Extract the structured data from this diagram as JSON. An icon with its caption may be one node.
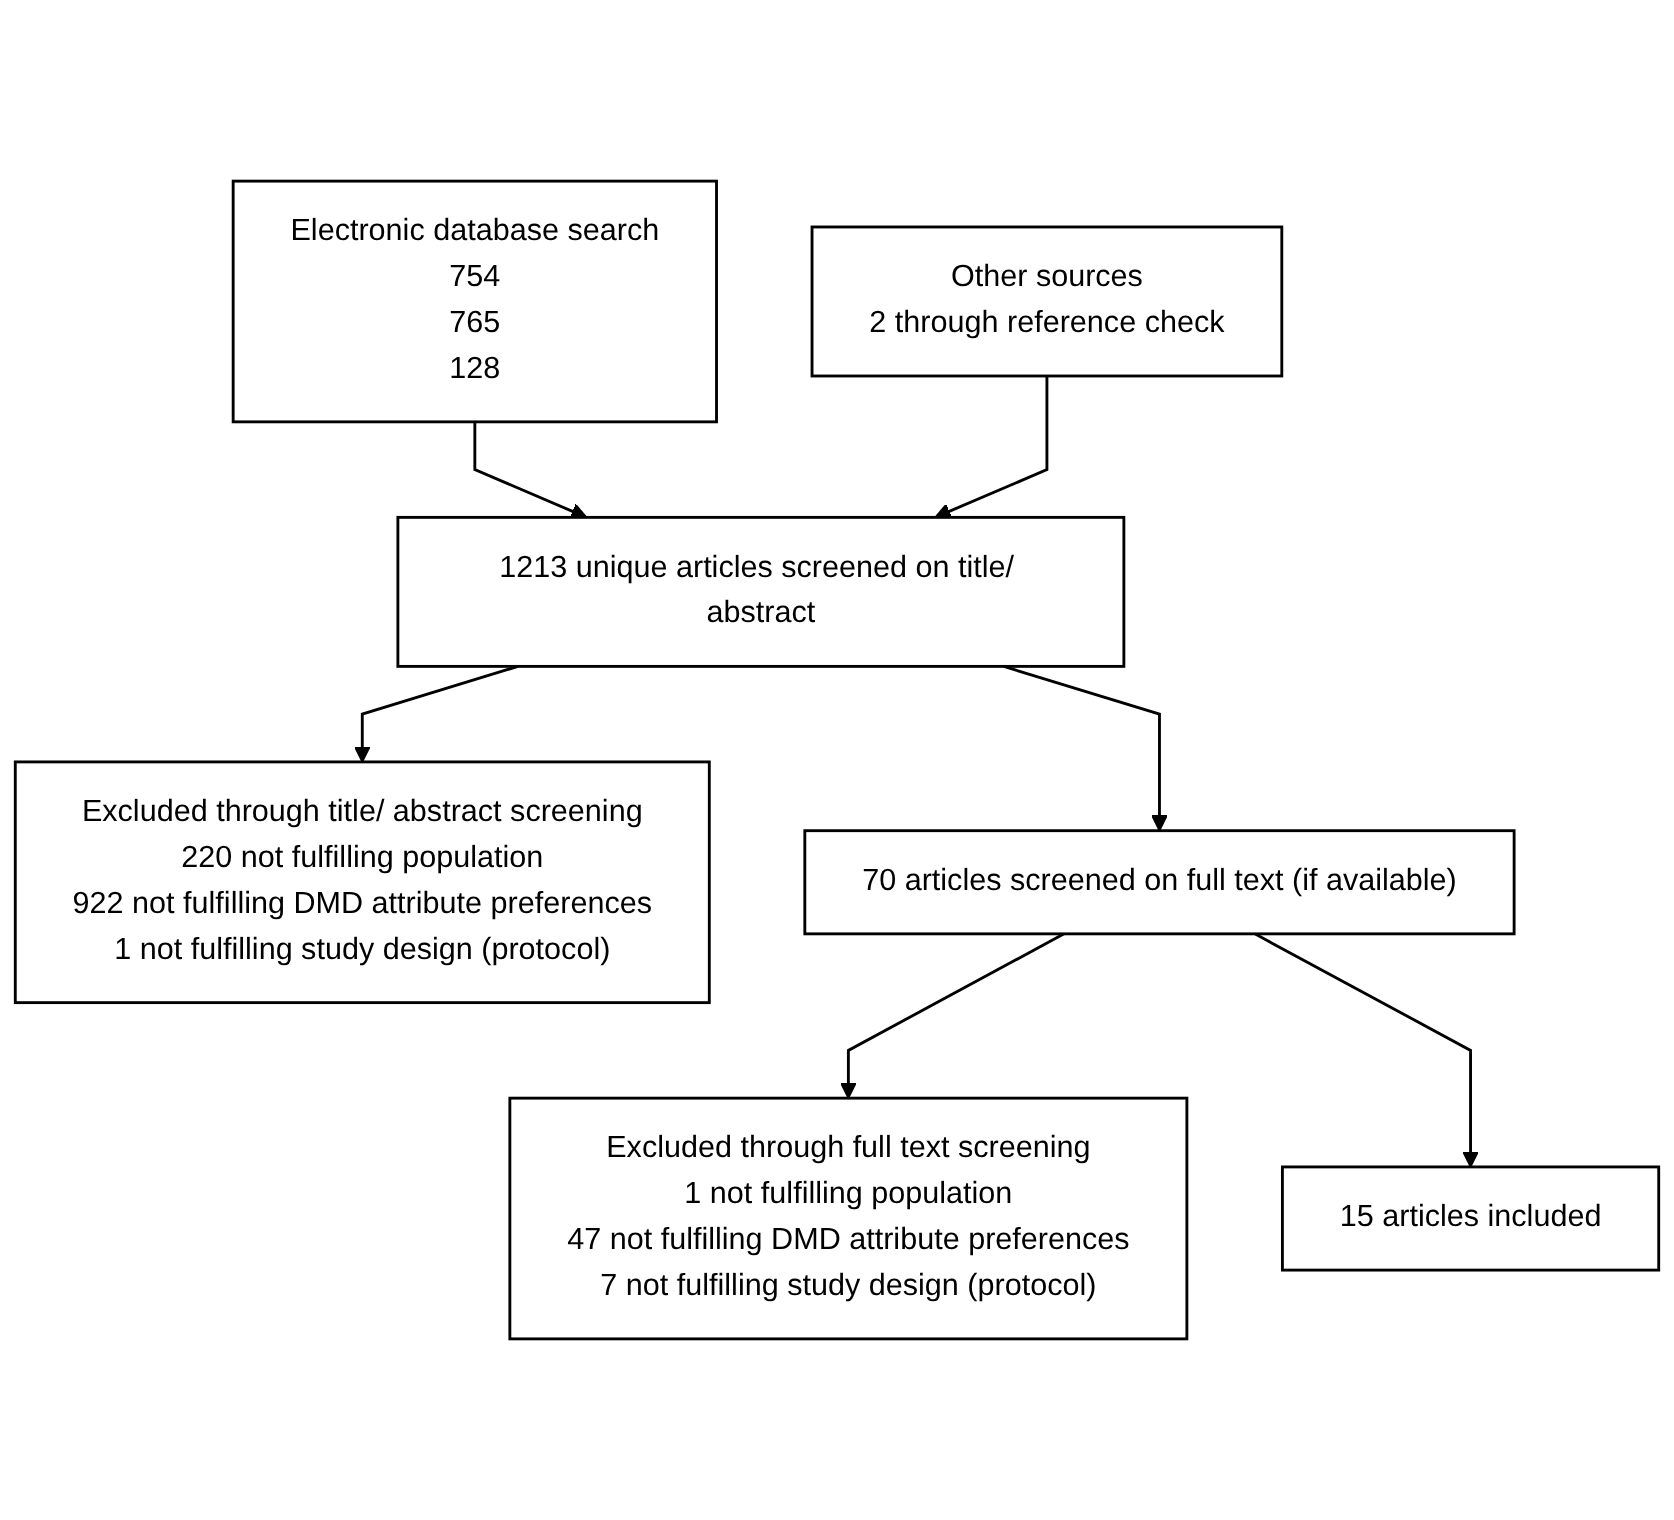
{
  "diagram": {
    "nodes": [
      {
        "text": [
          "Electronic database search",
          "754",
          "765",
          "128"
        ]
      },
      {
        "text": [
          "Other sources",
          "2 through reference check"
        ]
      },
      {
        "text": [
          "1213 unique articles screened on title/ abstract"
        ]
      },
      {
        "text": [
          "Excluded through title/ abstract screening",
          "220 not fulfilling population",
          "922 not fulfilling DMD attribute preferences",
          "1 not fulfilling study design (protocol)"
        ]
      },
      {
        "text": [
          "70 articles screened on full text (if available)"
        ]
      },
      {
        "text": [
          "Excluded through full text screening",
          "1 not fulfilling population",
          "47 not fulfilling DMD attribute preferences",
          "7 not fulfilling study design (protocol)"
        ]
      },
      {
        "text": [
          "15 articles included"
        ]
      }
    ],
    "edges": [
      {
        "from": 0,
        "to": 2,
        "arrow": "to"
      },
      {
        "from": 1,
        "to": 2,
        "arrow": "to"
      },
      {
        "from": 2,
        "to": 3,
        "arrow": "to"
      },
      {
        "from": 2,
        "to": 4,
        "arrow": "to"
      },
      {
        "from": 4,
        "to": 5,
        "arrow": "to"
      },
      {
        "from": 4,
        "to": 6,
        "arrow": "to"
      }
    ]
  }
}
